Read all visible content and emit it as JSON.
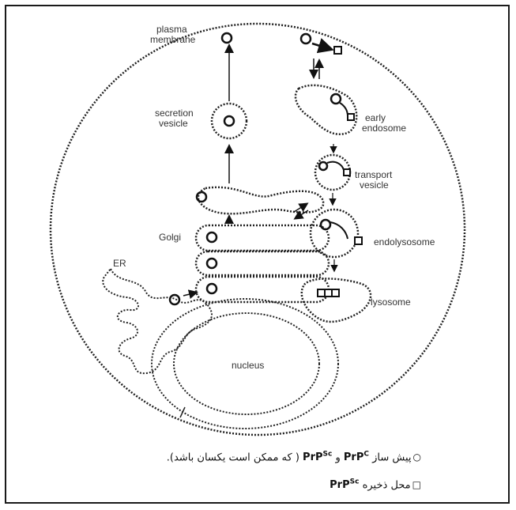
{
  "labels": {
    "plasma_membrane_1": "plasma",
    "plasma_membrane_2": "membrane",
    "secretion_1": "secretion",
    "secretion_2": "vesicle",
    "early_1": "early",
    "early_2": "endosome",
    "transport_1": "transport",
    "transport_2": "vesicle",
    "endolysosome": "endolysosome",
    "lysosome": "lysosome",
    "golgi": "Golgi",
    "er": "ER",
    "nucleus": "nucleus"
  },
  "legend": {
    "line1_marker": "○",
    "line1_pre": "پیش ساز",
    "prp_c": "PrP",
    "prp_c_sup": "C",
    "and": "و",
    "prp_sc": "PrP",
    "prp_sc_sup": "Sc",
    "line1_post": "( که ممکن است یکسان باشد).",
    "line2_marker": "□",
    "line2_pre": "محل ذخیره",
    "line2_prp": "PrP",
    "line2_sup": "Sc"
  }
}
